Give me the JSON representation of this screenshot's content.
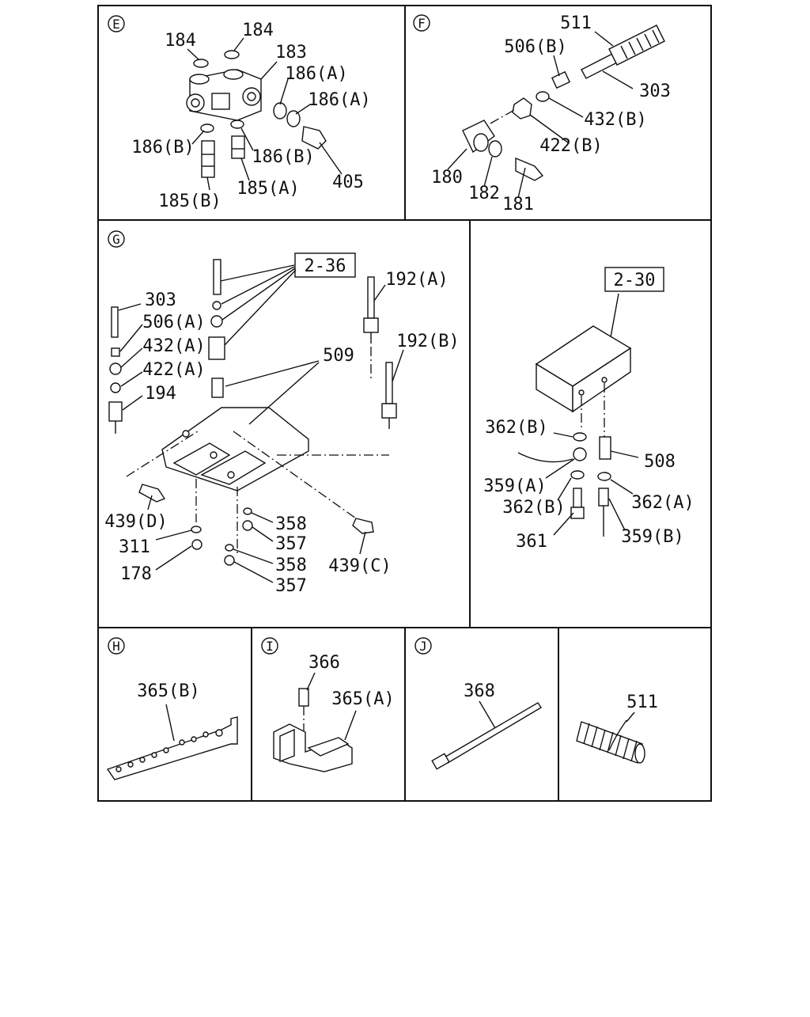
{
  "panels": {
    "E": {
      "tag": "E",
      "labels": [
        "184",
        "184",
        "183",
        "186(A)",
        "186(A)",
        "186(B)",
        "186(B)",
        "185(B)",
        "185(A)",
        "405"
      ]
    },
    "F": {
      "tag": "F",
      "labels": [
        "511",
        "506(B)",
        "303",
        "432(B)",
        "422(B)",
        "180",
        "182",
        "181"
      ]
    },
    "G": {
      "tag": "G",
      "ref_box": "2-36",
      "labels": [
        "303",
        "506(A)",
        "432(A)",
        "422(A)",
        "194",
        "192(A)",
        "509",
        "192(B)",
        "439(D)",
        "311",
        "178",
        "358",
        "357",
        "358",
        "357",
        "439(C)"
      ]
    },
    "G2": {
      "ref_box": "2-30",
      "labels": [
        "362(B)",
        "508",
        "359(A)",
        "362(B)",
        "362(A)",
        "361",
        "359(B)"
      ]
    },
    "H": {
      "tag": "H",
      "labels": [
        "365(B)"
      ]
    },
    "I": {
      "tag": "I",
      "labels": [
        "366",
        "365(A)"
      ]
    },
    "J": {
      "tag": "J",
      "labels": [
        "368"
      ]
    },
    "K": {
      "labels": [
        "511"
      ]
    }
  }
}
